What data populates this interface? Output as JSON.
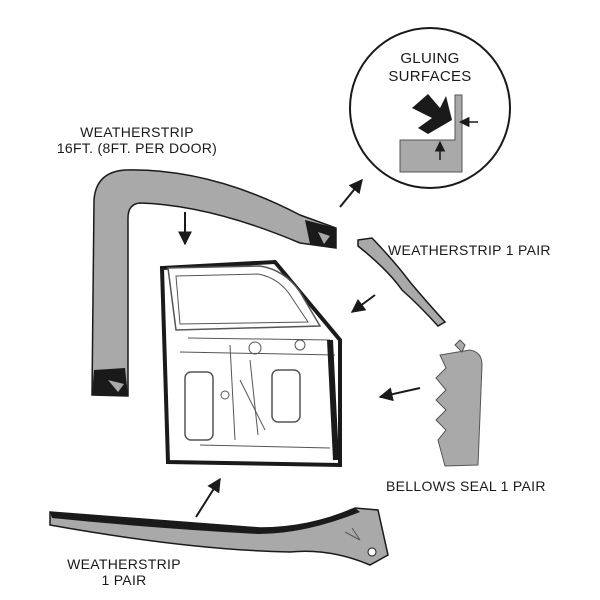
{
  "labels": {
    "weatherstrip_top_line1": "WEATHERSTRIP",
    "weatherstrip_top_line2": "16FT. (8FT. PER DOOR)",
    "gluing_line1": "GLUING",
    "gluing_line2": "SURFACES",
    "weatherstrip_right": "WEATHERSTRIP 1 PAIR",
    "bellows_seal": "BELLOWS SEAL 1 PAIR",
    "weatherstrip_bottom_line1": "WEATHERSTRIP",
    "weatherstrip_bottom_line2": "1 PAIR"
  },
  "colors": {
    "part_fill": "#a9a9a9",
    "outline": "#1a1a1a",
    "detail": "#555555"
  }
}
